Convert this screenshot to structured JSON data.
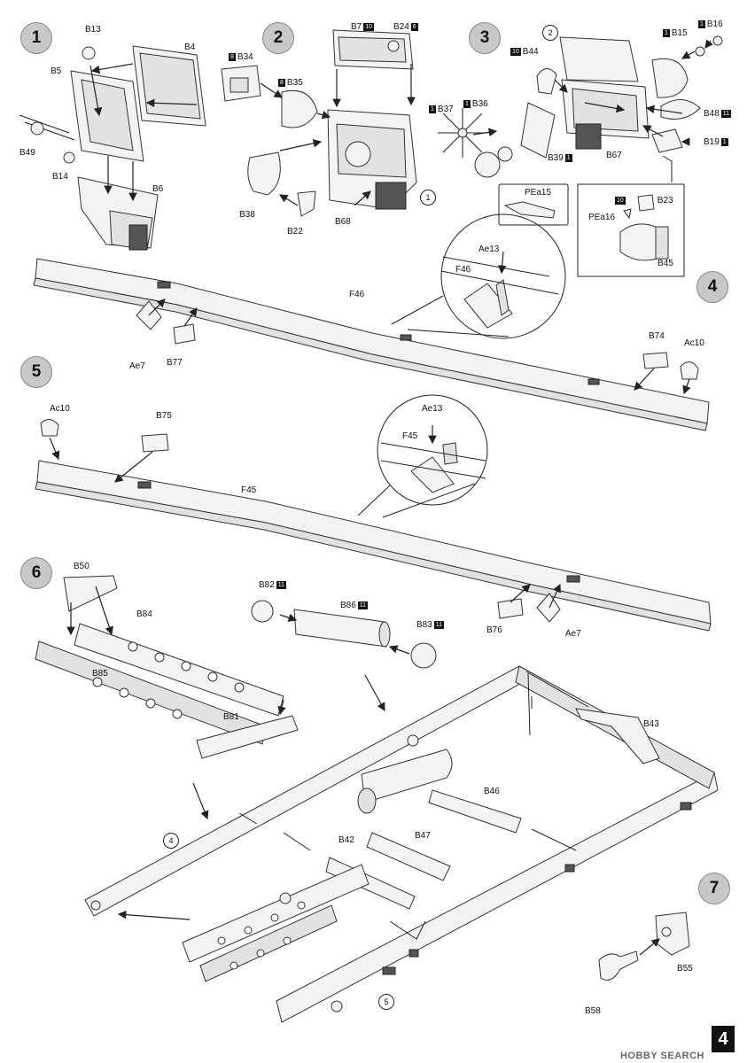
{
  "page_number": "4",
  "watermark": "HOBBY SEARCH",
  "steps": [
    {
      "number": "1"
    },
    {
      "number": "2"
    },
    {
      "number": "3"
    },
    {
      "number": "4"
    },
    {
      "number": "5"
    },
    {
      "number": "6"
    },
    {
      "number": "7"
    }
  ],
  "labels": {
    "B13": "B13",
    "B4": "B4",
    "B5": "B5",
    "B49": "B49",
    "B14": "B14",
    "B6": "B6",
    "B34": "B34",
    "B35": "B35",
    "B38": "B38",
    "B22": "B22",
    "B7": "B7",
    "B24": "B24",
    "B68": "B68",
    "B16": "B16",
    "B15": "B15",
    "B44": "B44",
    "B37": "B37",
    "B36": "B36",
    "B48": "B48",
    "B19": "B19",
    "B39": "B39",
    "B67": "B67",
    "PEa15": "PEa15",
    "B23": "B23",
    "PEa16": "PEa16",
    "B45": "B45",
    "F46": "F46",
    "Ae13a": "Ae13",
    "Ae7a": "Ae7",
    "B77": "B77",
    "B74": "B74",
    "Ac10a": "Ac10",
    "Ac10b": "Ac10",
    "B75": "B75",
    "F45": "F45",
    "Ae13b": "Ae13",
    "B76": "B76",
    "Ae7b": "Ae7",
    "B50": "B50",
    "B84": "B84",
    "B85": "B85",
    "B81": "B81",
    "B82": "B82",
    "B86": "B86",
    "B83": "B83",
    "B43": "B43",
    "B46": "B46",
    "B47": "B47",
    "B42": "B42",
    "B55": "B55",
    "B58": "B58"
  },
  "paint_badges": {
    "b34": "8",
    "b35": "8",
    "b7": "10",
    "b24": "6",
    "b16": "1",
    "b15": "1",
    "b44": "10",
    "b37": "1",
    "b36": "1",
    "b48": "11",
    "b19": "1",
    "b39": "1",
    "b23": "10",
    "b82": "11",
    "b86": "11",
    "b83": "11"
  },
  "sub_refs": {
    "r1": "1",
    "r2": "2",
    "r4": "4",
    "r5": "5"
  }
}
